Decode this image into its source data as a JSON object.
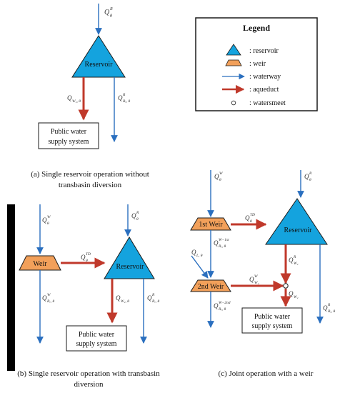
{
  "panel_a": {
    "caption": [
      "(a) Single reservoir operation without",
      "transbasin diversion"
    ],
    "reservoir_label": "Reservoir",
    "box_label": [
      "Public water",
      "supply system"
    ],
    "q_in": {
      "base": "Q",
      "sup": "R",
      "sub": "θ"
    },
    "q_supply": {
      "base": "Q",
      "sup": "",
      "sub": "W₂, θ"
    },
    "q_river": {
      "base": "Q",
      "sup": "R",
      "sub": "Rₑ, θ"
    }
  },
  "panel_b": {
    "caption": [
      "(b) Single reservoir operation with transbasin",
      "diversion"
    ],
    "weir_label": "Weir",
    "reservoir_label": "Reservoir",
    "box_label": [
      "Public water",
      "supply system"
    ],
    "q_weir_in": {
      "base": "Q",
      "sup": "W",
      "sub": "θ"
    },
    "q_res_in": {
      "base": "Q",
      "sup": "R",
      "sub": "θ"
    },
    "q_td": {
      "base": "Q",
      "sup": "TD",
      "sub": "θ"
    },
    "q_weir_river": {
      "base": "Q",
      "sup": "W",
      "sub": "Rₑ, θ"
    },
    "q_supply": {
      "base": "Q",
      "sup": "",
      "sub": "W₂, θ"
    },
    "q_res_river": {
      "base": "Q",
      "sup": "R",
      "sub": "Rₑ, θ"
    }
  },
  "panel_c": {
    "caption": [
      "(c) Joint operation with a weir"
    ],
    "weir1_label": "1st Weir",
    "weir2_label": "2nd Weir",
    "reservoir_label": "Reservoir",
    "box_label": [
      "Public water",
      "supply system"
    ],
    "q_weir_in": {
      "base": "Q",
      "sup": "W",
      "sub": "θ"
    },
    "q_res_in": {
      "base": "Q",
      "sup": "R",
      "sub": "θ"
    },
    "q_td": {
      "base": "Q",
      "sup": "TD",
      "sub": "θ"
    },
    "q_1st_river": {
      "base": "Q",
      "sup": "W−1st",
      "sub": "Rₑ, θ"
    },
    "q_lateral": {
      "base": "Q",
      "sup": "",
      "sub": "L, θ"
    },
    "q_2nd_div": {
      "base": "Q",
      "sup": "W",
      "sub": "W₂"
    },
    "q_2nd_river": {
      "base": "Q",
      "sup": "W−2nd",
      "sub": "Rₑ, θ"
    },
    "q_res_supply": {
      "base": "Q",
      "sup": "R",
      "sub": "W₂"
    },
    "q_combined": {
      "base": "Q",
      "sup": "",
      "sub": "W₂"
    },
    "q_res_river": {
      "base": "Q",
      "sup": "R",
      "sub": "Rₑ, θ"
    }
  },
  "legend": {
    "title": "Legend",
    "items": [
      {
        "symbol": "reservoir",
        "label": ": reservoir"
      },
      {
        "symbol": "weir",
        "label": ": weir"
      },
      {
        "symbol": "waterway",
        "label": ": waterway"
      },
      {
        "symbol": "aqueduct",
        "label": ": aqueduct"
      },
      {
        "symbol": "watersmeet",
        "label": ": watersmeet"
      }
    ]
  },
  "colors": {
    "reservoir": "#14a3de",
    "weir": "#f2a05a",
    "waterway": "#2a6fbf",
    "aqueduct": "#c0392b",
    "outline": "#1a1a1a"
  }
}
